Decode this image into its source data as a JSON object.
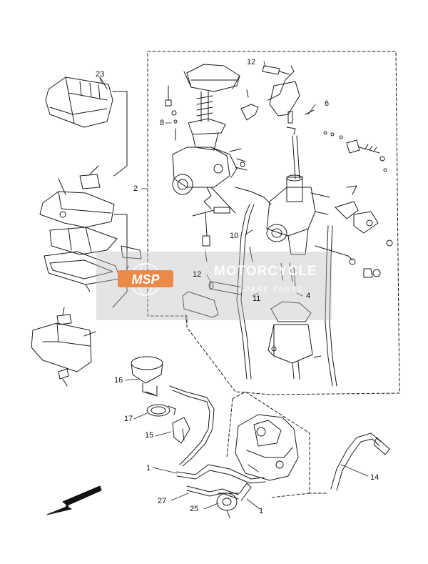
{
  "diagram": {
    "callouts": {
      "c23": "23",
      "c12a": "12",
      "c6": "6",
      "c8": "8",
      "c2": "2",
      "c10": "10",
      "c12b": "12",
      "c11": "11",
      "c4": "4",
      "c16": "16",
      "c17": "17",
      "c15": "15",
      "c1a": "1",
      "c14": "14",
      "c27": "27",
      "c25": "25",
      "c1b": "1"
    }
  },
  "watermark": {
    "logo_text": "MSP",
    "brand": "MOTORCYCLE",
    "sub": "SPARE PARTS"
  },
  "colors": {
    "line": "#1a1a1a",
    "watermark_orange": "#e98a4a",
    "watermark_grey": "#bebebe"
  }
}
